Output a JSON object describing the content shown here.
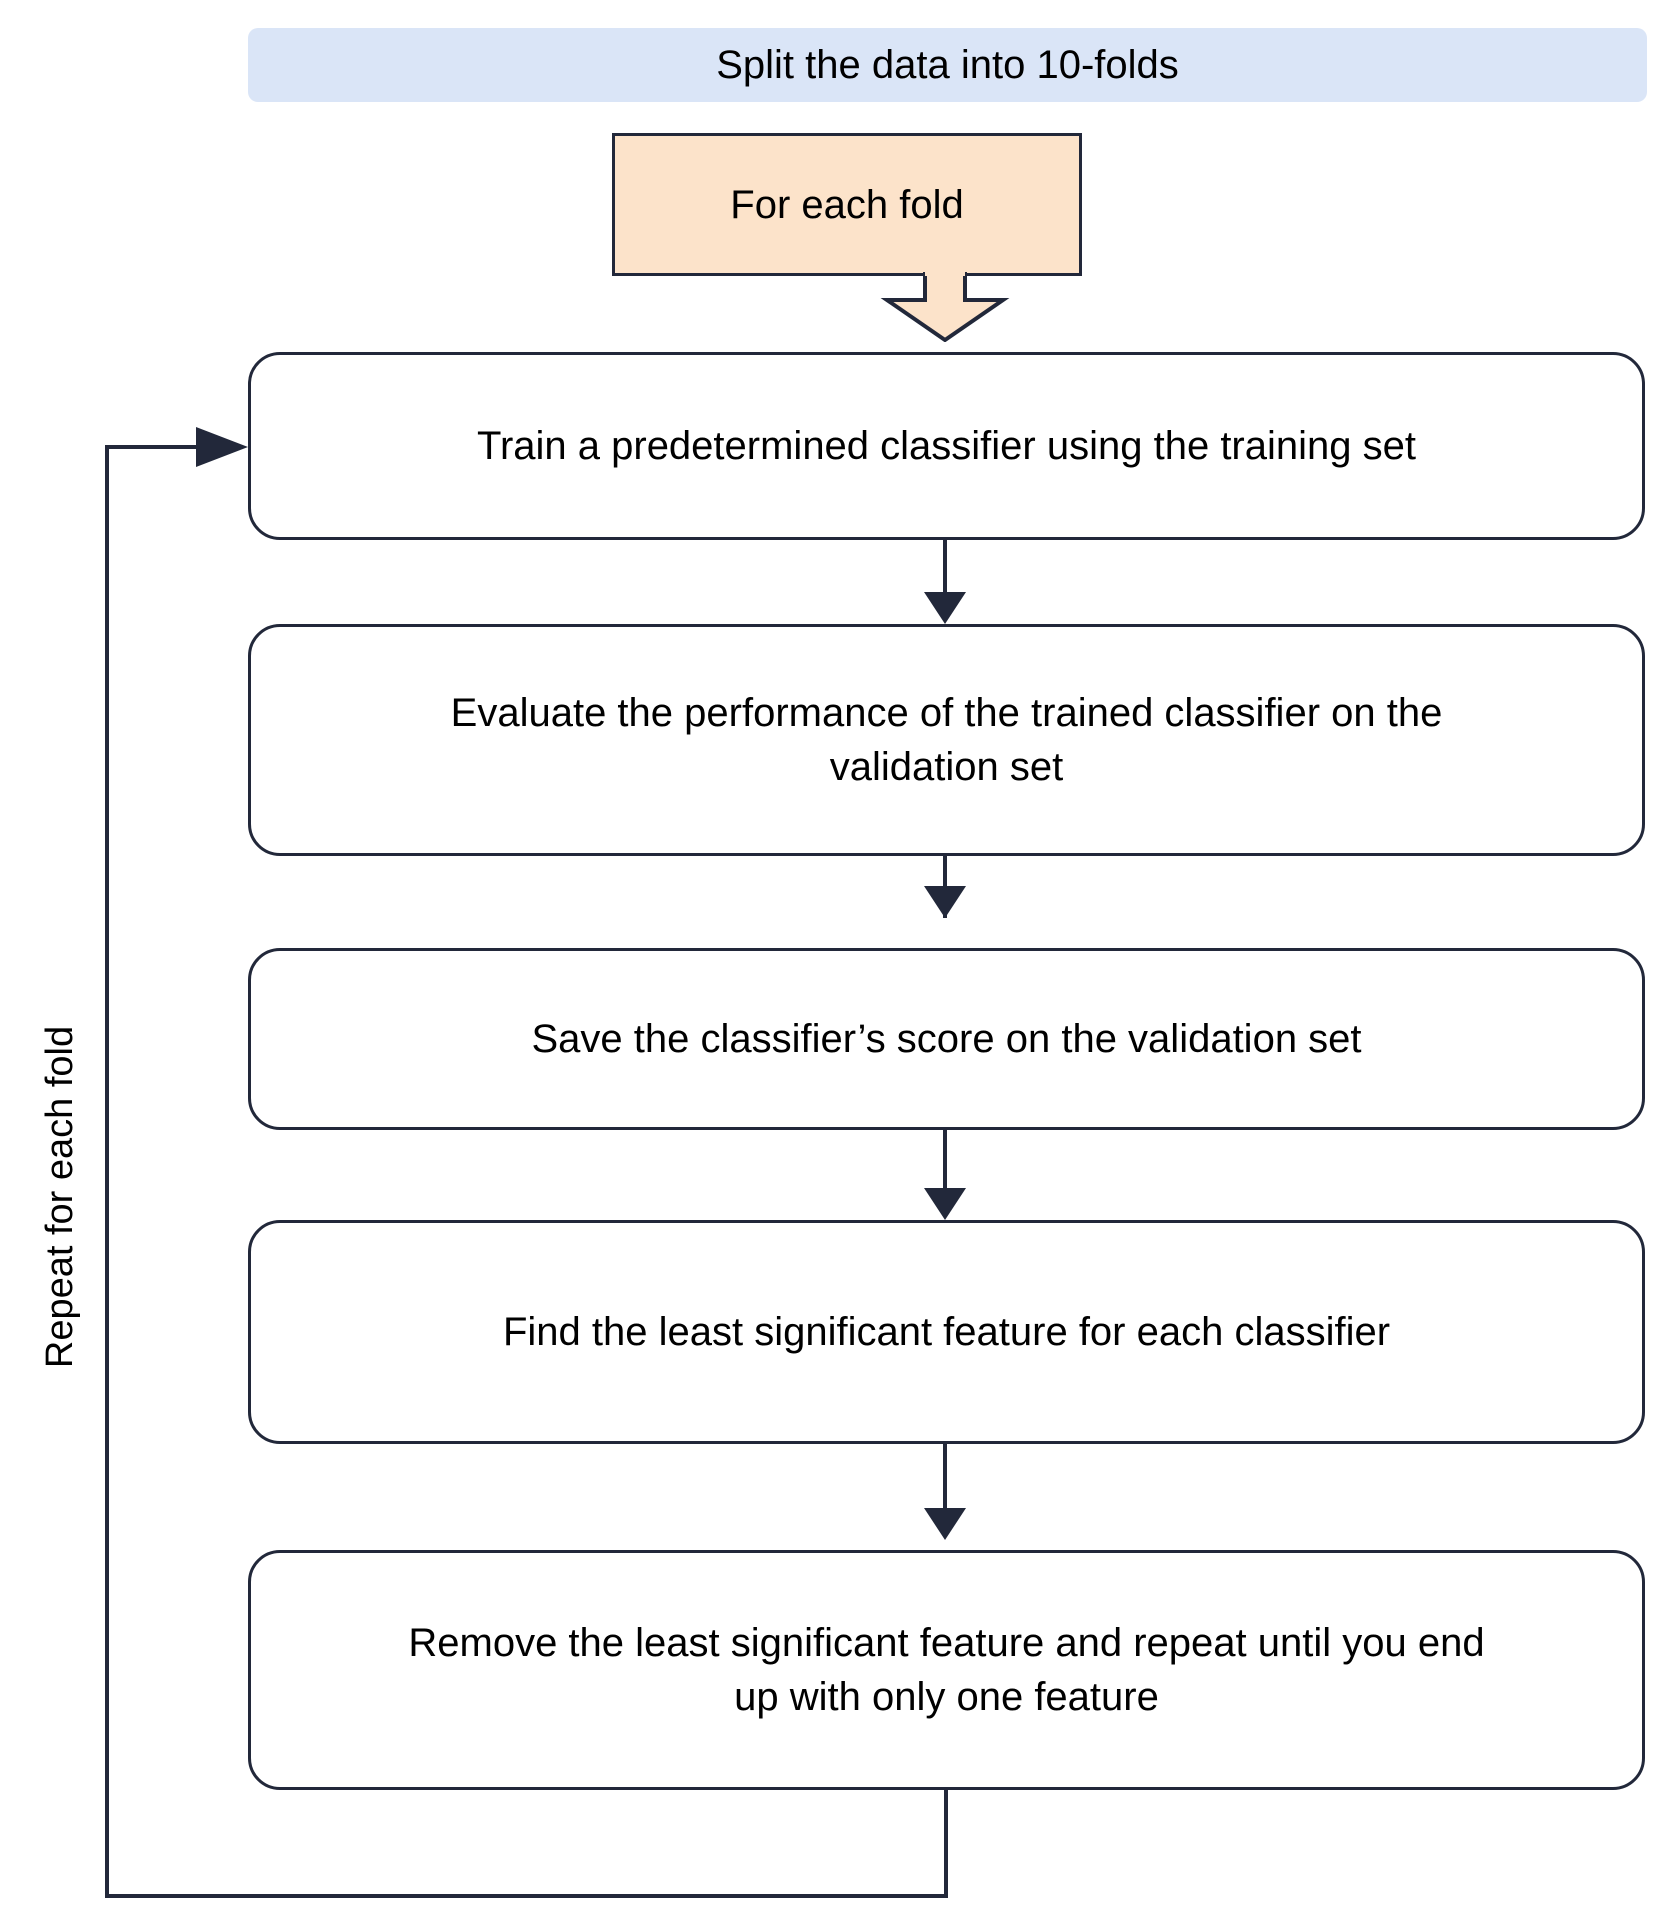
{
  "diagram": {
    "title_box": {
      "label": "Split the data into 10-folds",
      "fill": "#dae5f7"
    },
    "loop_header": {
      "label": "For each fold",
      "fill": "#fce3ca",
      "stroke": "#22283a"
    },
    "loop_label": "Repeat for each fold",
    "steps": [
      {
        "id": "train",
        "label": "Train a predetermined classifier using the training set"
      },
      {
        "id": "evaluate",
        "label": "Evaluate the performance of the trained classifier on the\nvalidation set"
      },
      {
        "id": "save-score",
        "label": "Save the classifier’s score on the validation set"
      },
      {
        "id": "find-least",
        "label": "Find the least significant feature for each classifier"
      },
      {
        "id": "remove-least",
        "label": "Remove the least significant feature and repeat until you end\nup with only one feature"
      }
    ],
    "colors": {
      "stroke": "#22283a",
      "text": "#000000",
      "background": "#ffffff",
      "header_fill": "#dae5f7",
      "loop_fill": "#fce3ca"
    }
  }
}
